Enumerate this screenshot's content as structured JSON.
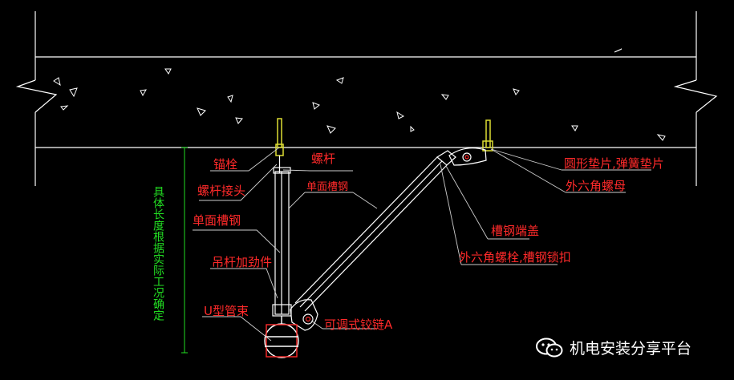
{
  "labels": {
    "anchor_bolt": "锚栓",
    "screw_rod_top": "螺杆",
    "screw_rod_joint": "螺杆接头",
    "single_channel_a": "单面槽钢",
    "single_channel_b": "单面槽钢",
    "hanger_stiffener": "吊杆加劲件",
    "u_clamp": "U型管束",
    "adjustable_hinge": "可调式铰链A",
    "round_washer": "圆形垫片,弹簧垫片",
    "hex_nut": "外六角螺母",
    "channel_end_cap": "槽钢端盖",
    "hex_bolt_lock": "外六角螺栓,槽钢锁扣"
  },
  "dimension_note": "具体长度根据实际工况确定",
  "watermark": "机电安装分享平台",
  "colors": {
    "background": "#000000",
    "label": "#ff2a2a",
    "line": "#ffffff",
    "leader": "#cccccc",
    "dimension": "#22dd22",
    "bolt": "#dddd33"
  },
  "icons": {
    "watermark_icon": "wechat-chat-icon"
  }
}
